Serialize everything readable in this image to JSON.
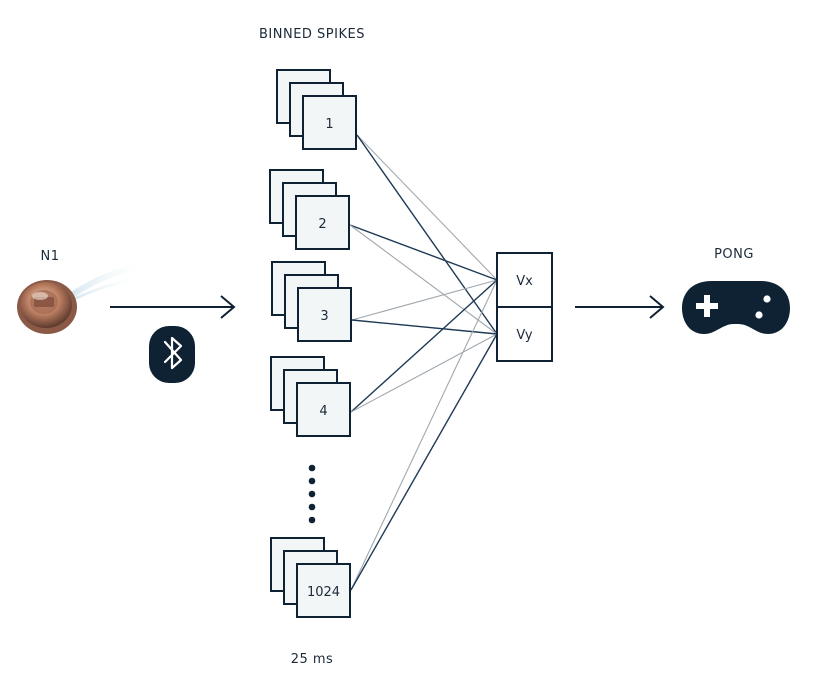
{
  "title": "BINNED SPIKES",
  "device": {
    "label": "N1",
    "icon": "neural-implant-icon"
  },
  "link": {
    "icon": "bluetooth-icon"
  },
  "channels": [
    {
      "label": "1"
    },
    {
      "label": "2"
    },
    {
      "label": "3"
    },
    {
      "label": "4"
    },
    {
      "label": "1024"
    }
  ],
  "outputs": [
    "Vx",
    "Vy"
  ],
  "target": {
    "label": "PONG",
    "icon": "gamepad-icon"
  },
  "bin_width": "25 ms",
  "colors": {
    "ink": "#0f2234",
    "card_fill": "#f3f6f7",
    "connection_dark": "#1e3a55",
    "connection_light": "#a0a8ae"
  }
}
